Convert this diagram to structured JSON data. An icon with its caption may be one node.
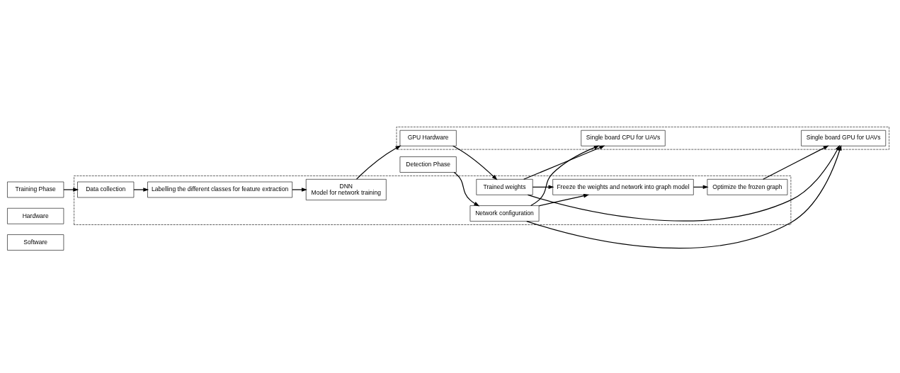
{
  "diagram": {
    "nodes": [
      {
        "text": [
          "Software"
        ]
      },
      {
        "text": [
          "Hardware"
        ]
      },
      {
        "text": [
          "Training Phase"
        ]
      },
      {
        "text": [],
        "shape": "box"
      },
      {
        "text": [
          "Data collection"
        ],
        "in": 3
      },
      {
        "text": [
          "Labelling the different classes for feature extraction"
        ],
        "in": 3
      },
      {
        "text": [
          "DNN",
          "Model for network training"
        ],
        "in": 3
      },
      {
        "text": [],
        "shape": "box"
      },
      {
        "text": [
          "GPU Hardware"
        ],
        "in": 7
      },
      {
        "text": [
          "Trained weights"
        ],
        "in": 3
      },
      {
        "text": [
          "Single board CPU for UAVs"
        ],
        "in": 7
      },
      {
        "text": [
          "Detection Phase"
        ]
      },
      {
        "text": [
          "Network configuration"
        ],
        "in": 3
      },
      {
        "text": [
          "Freeze the weights and network into graph model"
        ],
        "in": 3
      },
      {
        "text": [
          "Optimize the frozen graph"
        ],
        "in": 3
      },
      {
        "text": [
          "Single board GPU for UAVs"
        ],
        "in": 7
      }
    ],
    "edges": [
      {
        "from": 2,
        "to": 4,
        "arrow": "to"
      },
      {
        "from": 4,
        "to": 5,
        "arrow": "to"
      },
      {
        "from": 5,
        "to": 6,
        "arrow": "to"
      },
      {
        "from": 6,
        "to": 8,
        "arrow": "to"
      },
      {
        "from": 8,
        "to": 9,
        "arrow": "to"
      },
      {
        "from": 9,
        "to": 13,
        "arrow": "to"
      },
      {
        "from": 9,
        "to": 10,
        "arrow": "to"
      },
      {
        "from": 9,
        "to": 15,
        "arrow": "to"
      },
      {
        "from": 12,
        "to": 10,
        "arrow": "to"
      },
      {
        "from": 12,
        "to": 15,
        "arrow": "to"
      },
      {
        "from": 11,
        "to": 12,
        "arrow": "to"
      },
      {
        "from": 12,
        "to": 13,
        "arrow": "to"
      },
      {
        "from": 13,
        "to": 14,
        "arrow": "to"
      },
      {
        "from": 14,
        "to": 15,
        "arrow": "to"
      }
    ]
  }
}
